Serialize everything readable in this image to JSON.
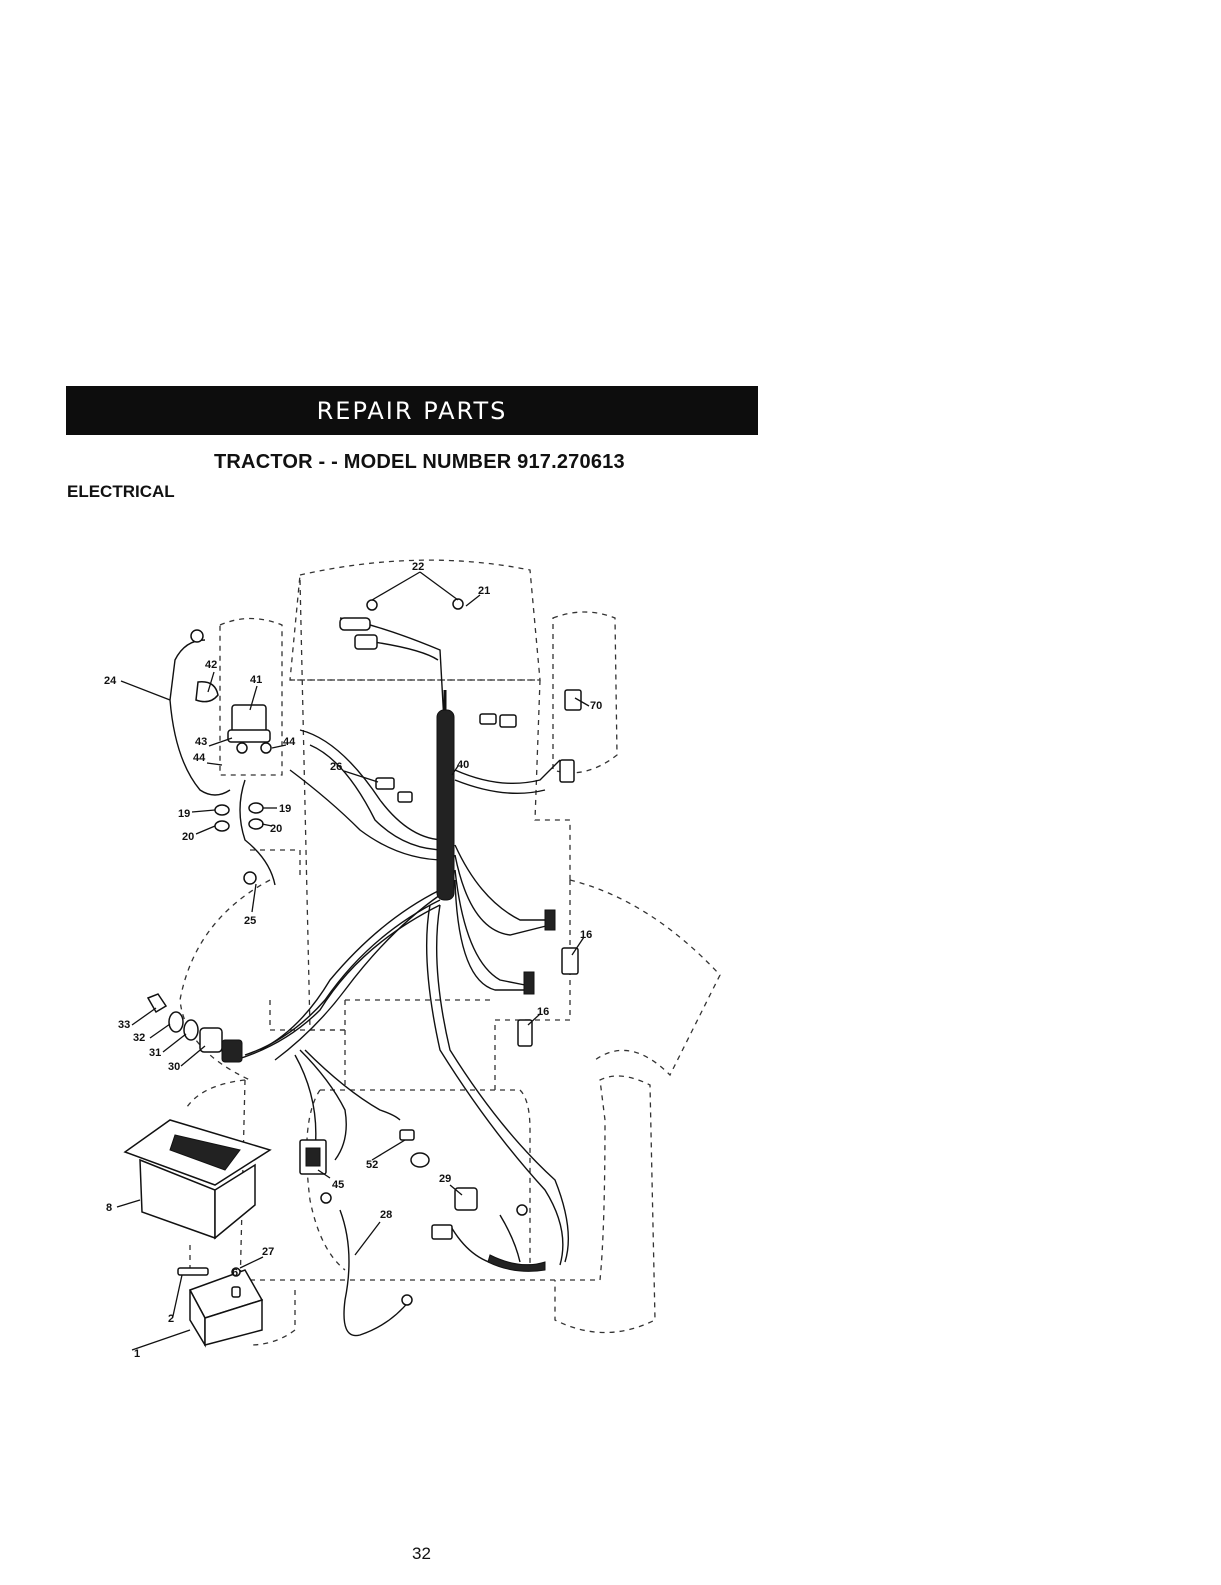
{
  "header": {
    "banner": "REPAIR PARTS",
    "model_title": "TRACTOR - - MODEL NUMBER 917.270613",
    "section": "ELECTRICAL"
  },
  "diagram": {
    "callouts": {
      "c1": "1",
      "c2": "2",
      "c6": "6",
      "c8": "8",
      "c16a": "16",
      "c16b": "16",
      "c19a": "19",
      "c19b": "19",
      "c20a": "20",
      "c20b": "20",
      "c21": "21",
      "c22": "22",
      "c24": "24",
      "c25": "25",
      "c26": "26",
      "c27": "27",
      "c28": "28",
      "c29": "29",
      "c30": "30",
      "c31": "31",
      "c32": "32",
      "c33": "33",
      "c40": "40",
      "c41": "41",
      "c42": "42",
      "c43": "43",
      "c44a": "44",
      "c44b": "44",
      "c45": "45",
      "c52": "52",
      "c70": "70"
    }
  },
  "footer": {
    "page_number": "32"
  }
}
